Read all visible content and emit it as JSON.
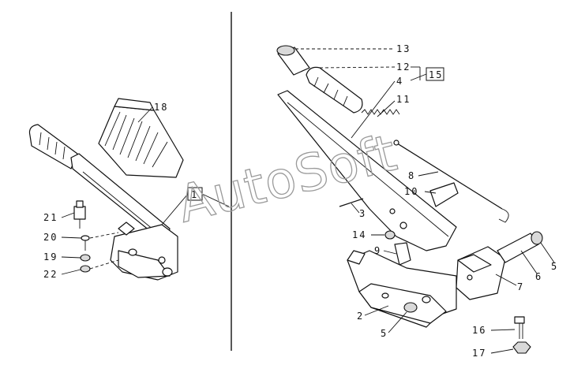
{
  "watermark": "AutoSoft",
  "callouts": {
    "c1": "1",
    "c2": "2",
    "c3": "3",
    "c4": "4",
    "c5a": "5",
    "c5b": "5",
    "c6": "6",
    "c7": "7",
    "c8": "8",
    "c9": "9",
    "c10": "10",
    "c11": "11",
    "c12": "12",
    "c13": "13",
    "c14": "14",
    "c15": "15",
    "c16": "16",
    "c17": "17",
    "c18": "18",
    "c19": "19",
    "c20": "20",
    "c21": "21",
    "c22": "22"
  }
}
